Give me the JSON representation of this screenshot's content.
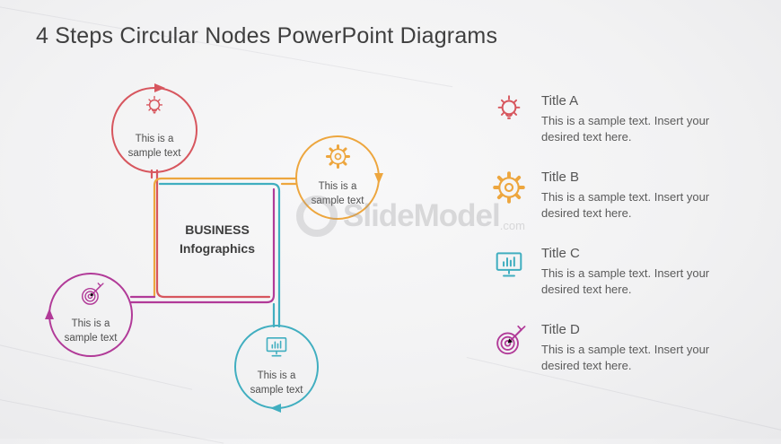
{
  "slide": {
    "title": "4 Steps Circular Nodes PowerPoint Diagrams"
  },
  "watermark": {
    "logo": "slidemodel-ring-logo",
    "text": "SlideModel",
    "suffix": ".com"
  },
  "diagram": {
    "center": {
      "line1": "BUSINESS",
      "line2": "Infographics"
    },
    "nodes": [
      {
        "id": "A",
        "icon": "lightbulb-icon",
        "color": "#d7565e",
        "label_line1": "This is a",
        "label_line2": "sample text"
      },
      {
        "id": "B",
        "icon": "gear-icon",
        "color": "#eda63e",
        "label_line1": "This is a",
        "label_line2": "sample text"
      },
      {
        "id": "C",
        "icon": "bar-chart-monitor-icon",
        "color": "#40aec0",
        "label_line1": "This is a",
        "label_line2": "sample text"
      },
      {
        "id": "D",
        "icon": "target-icon",
        "color": "#b13a98",
        "label_line1": "This is a",
        "label_line2": "sample text"
      }
    ]
  },
  "legend": {
    "items": [
      {
        "title": "Title A",
        "icon": "lightbulb-icon",
        "color": "#d7565e",
        "description": "This is a sample text. Insert your desired text here."
      },
      {
        "title": "Title B",
        "icon": "gear-icon",
        "color": "#eda63e",
        "description": "This is a sample text. Insert your desired text here."
      },
      {
        "title": "Title C",
        "icon": "bar-chart-monitor-icon",
        "color": "#40aec0",
        "description": "This is a sample text. Insert your desired text here."
      },
      {
        "title": "Title D",
        "icon": "target-icon",
        "color": "#b13a98",
        "description": "This is a sample text. Insert your desired text here."
      }
    ]
  }
}
